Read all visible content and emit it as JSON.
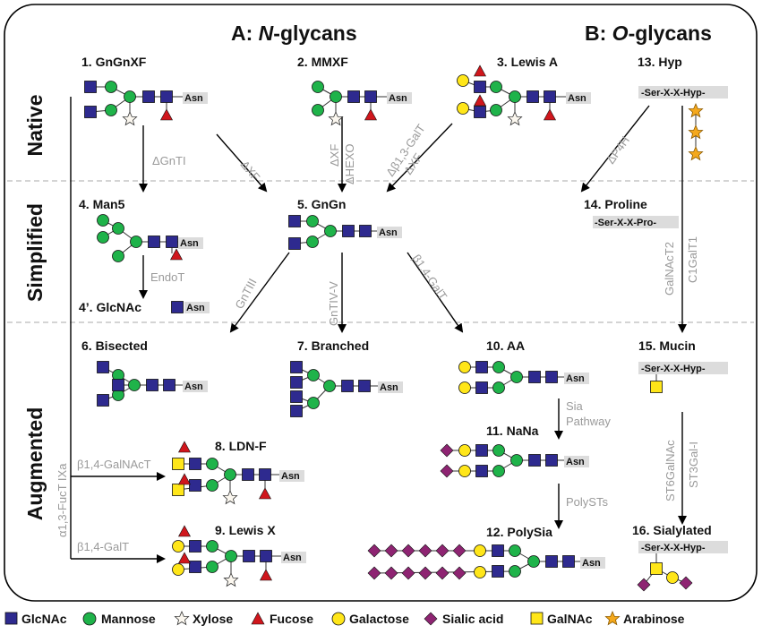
{
  "headers": {
    "a_prefix": "A: ",
    "a_italic": "N",
    "a_suffix": "-glycans",
    "b_prefix": "B: ",
    "b_italic": "O",
    "b_suffix": "-glycans"
  },
  "rows": {
    "native": "Native",
    "simplified": "Simplified",
    "augmented": "Augmented"
  },
  "structures": {
    "s1": "1. GnGnXF",
    "s2": "2. MMXF",
    "s3": "3. Lewis A",
    "s13": "13. Hyp",
    "s4": "4. Man5",
    "s5": "5. GnGn",
    "s14": "14. Proline",
    "s4p": "4’. GlcNAc",
    "s6": "6. Bisected",
    "s7": "7. Branched",
    "s10": "10. AA",
    "s15": "15. Mucin",
    "s11": "11. NaNa",
    "s8": "8. LDN-F",
    "s12": "12. PolySia",
    "s9": "9. Lewis X",
    "s16": "16. Sialylated"
  },
  "peptides": {
    "asn": "Asn",
    "hyp": "-Ser-X-X-Hyp-",
    "pro": "-Ser-X-X-Pro-"
  },
  "enzymes": {
    "gnti": "ΔGnTI",
    "xf": "ΔXF",
    "hexo": "ΔHEXO",
    "galt_b13": "Δβ1,3-GalT",
    "p4h": "ΔP4H",
    "galnact2": "GalNAcT2",
    "c1galt1": "C1GalT1",
    "endot": "EndoT",
    "gntiii": "GnTIII",
    "gntiv_v": "GnTIV-V",
    "galt_b14": "β1,4-GalT",
    "sia": "Sia",
    "pathway": "Pathway",
    "polysts": "PolySTs",
    "st6galnac": "ST6GalNAc",
    "st3gal": "ST3Gal-I",
    "fuct": "α1,3-FucT IXa",
    "galnact_b14": "β1,4-GalNAcT",
    "galt_b14_lower": "β1,4-GalT"
  },
  "legend": [
    {
      "label": "GlcNAc",
      "icon": "square",
      "color": "#2e2a8f"
    },
    {
      "label": "Mannose",
      "icon": "circle",
      "color": "#1fb34a"
    },
    {
      "label": "Xylose",
      "icon": "star-outline",
      "color": "#ffffff"
    },
    {
      "label": "Fucose",
      "icon": "triangle",
      "color": "#d0161c"
    },
    {
      "label": "Galactose",
      "icon": "circle",
      "color": "#ffe619"
    },
    {
      "label": "Sialic acid",
      "icon": "diamond",
      "color": "#8e2472"
    },
    {
      "label": "GalNAc",
      "icon": "square",
      "color": "#ffe619"
    },
    {
      "label": "Arabinose",
      "icon": "star",
      "color": "#f4a81c"
    }
  ]
}
